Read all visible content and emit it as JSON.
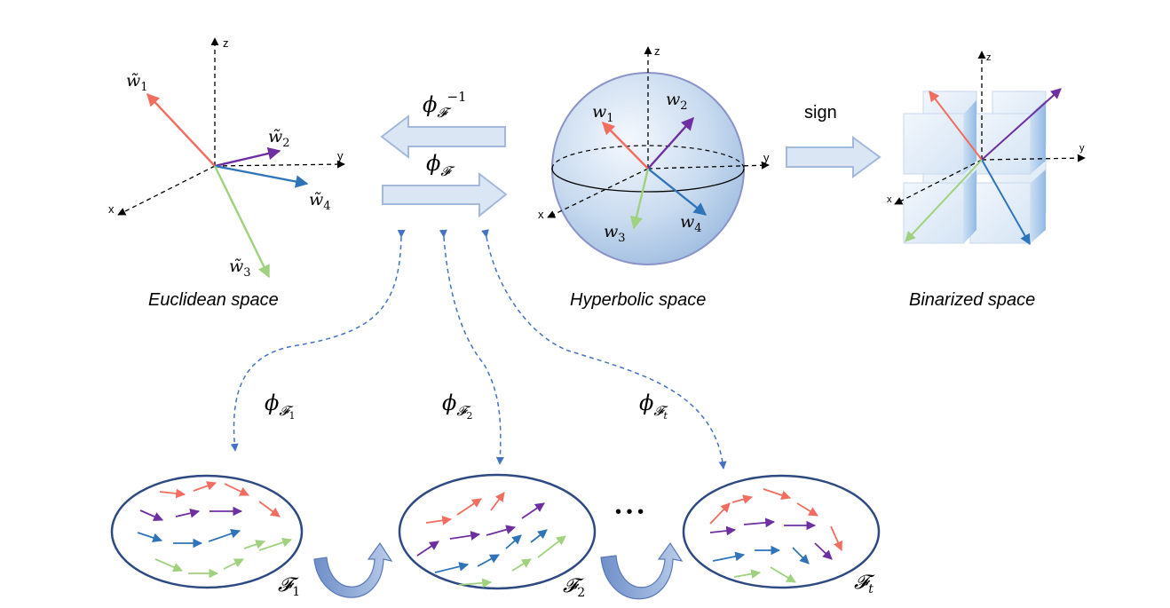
{
  "colors": {
    "red": "#f26d60",
    "purple": "#6e2fa0",
    "blue": "#2f74b8",
    "green": "#9fd17e",
    "arrow_fill": "#dbe6f5",
    "arrow_stroke": "#a3b8da",
    "ellipse_stroke": "#2f4a82",
    "dash": "#4472c4"
  },
  "axes": {
    "x": "x",
    "y": "y",
    "z": "z"
  },
  "euclidean": {
    "caption": "Euclidean space",
    "vectors": [
      {
        "sym": "w̃",
        "sub": "1"
      },
      {
        "sym": "w̃",
        "sub": "2"
      },
      {
        "sym": "w̃",
        "sub": "3"
      },
      {
        "sym": "w̃",
        "sub": "4"
      }
    ]
  },
  "hyperbolic": {
    "caption": "Hyperbolic space",
    "vectors": [
      {
        "sym": "w",
        "sub": "1"
      },
      {
        "sym": "w",
        "sub": "2"
      },
      {
        "sym": "w",
        "sub": "3"
      },
      {
        "sym": "w",
        "sub": "4"
      }
    ]
  },
  "binarized": {
    "caption": "Binarized space"
  },
  "maps": {
    "inverse": {
      "sym": "ϕ",
      "sub": "𝓕",
      "sup": "−1"
    },
    "forward": {
      "sym": "ϕ",
      "sub": "𝓕"
    },
    "sign": "sign"
  },
  "tasks": [
    {
      "name": "𝓕",
      "sub": "1",
      "map_sym": "ϕ"
    },
    {
      "name": "𝓕",
      "sub": "2",
      "map_sym": "ϕ"
    },
    {
      "name": "𝓕",
      "sub": "t",
      "map_sym": "ϕ"
    }
  ],
  "ellipsis": "• • •"
}
